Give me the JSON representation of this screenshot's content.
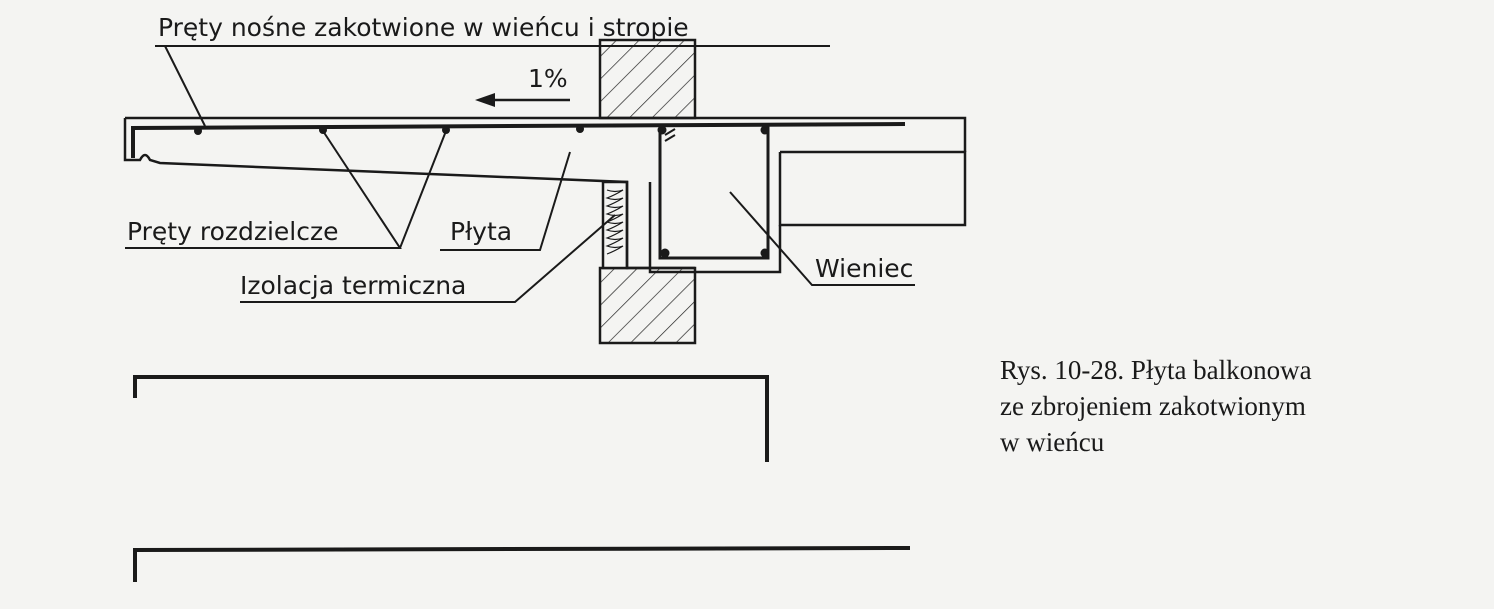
{
  "labels": {
    "main_bars": "Pręty nośne zakotwione w wieńcu i stropie",
    "slope": "1%",
    "distribution_bars": "Pręty rozdzielcze",
    "slab": "Płyta",
    "insulation": "Izolacja termiczna",
    "ring_beam": "Wieniec"
  },
  "caption": {
    "line1": "Rys. 10-28. Płyta balkonowa",
    "line2": "ze zbrojeniem zakotwionym",
    "line3": "w wieńcu"
  },
  "colors": {
    "ink": "#1a1a1a",
    "paper": "#f4f4f2"
  }
}
